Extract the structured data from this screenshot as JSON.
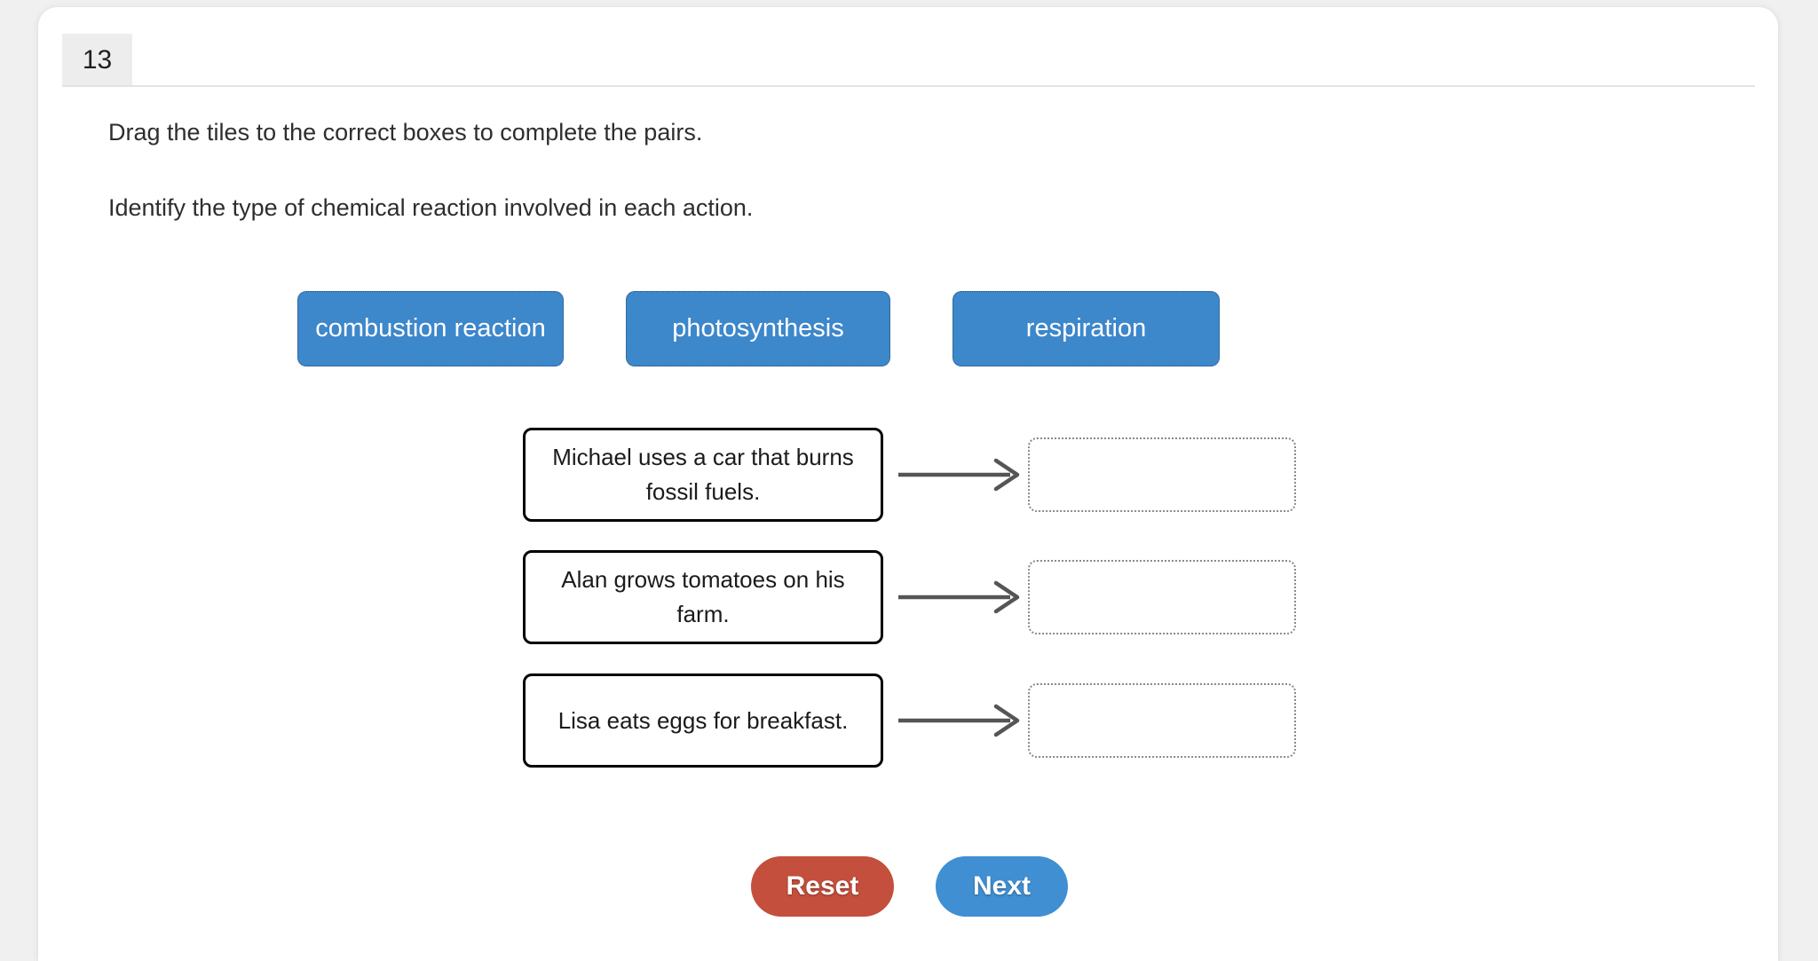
{
  "question": {
    "number": "13",
    "instruction": "Drag the tiles to the correct boxes to complete the pairs.",
    "prompt": "Identify the type of chemical reaction involved in each action."
  },
  "tiles": [
    {
      "label": "combustion reaction"
    },
    {
      "label": "photosynthesis"
    },
    {
      "label": "respiration"
    }
  ],
  "pairs": [
    {
      "statement": "Michael uses a car that burns fossil fuels.",
      "answer": ""
    },
    {
      "statement": "Alan grows tomatoes on his farm.",
      "answer": ""
    },
    {
      "statement": "Lisa eats eggs for breakfast.",
      "answer": ""
    }
  ],
  "footer": {
    "reset_label": "Reset",
    "next_label": "Next"
  },
  "colors": {
    "tile_blue": "#3d87cb",
    "reset_red": "#c44f3c",
    "next_blue": "#3f8fd2",
    "arrow_gray": "#555555",
    "page_bg": "#f0f0f1"
  }
}
